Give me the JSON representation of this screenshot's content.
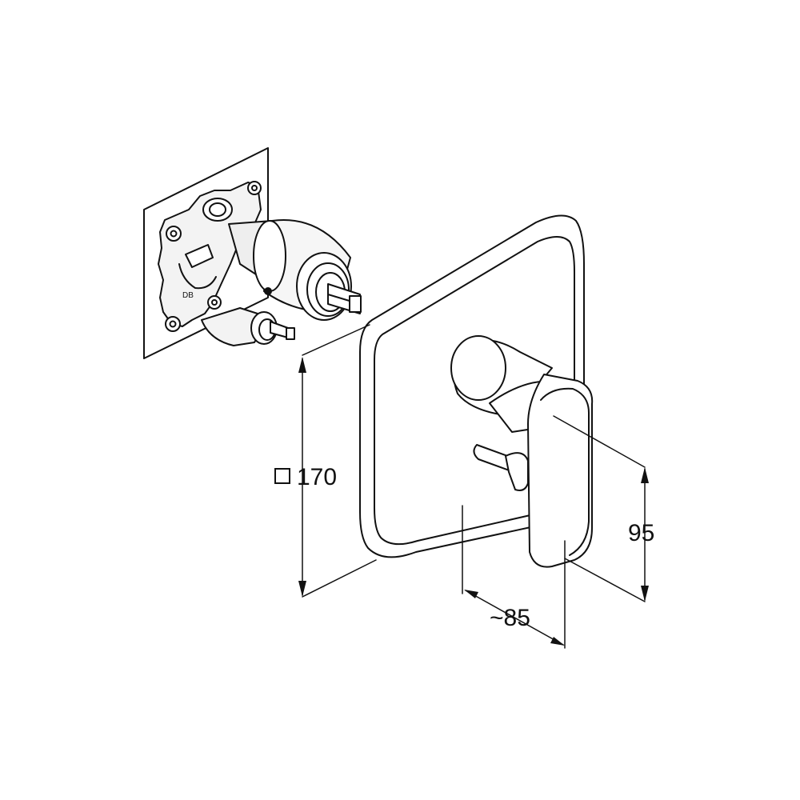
{
  "dimensions": {
    "square_label": "170",
    "depth_label": "~85",
    "height_label": "95"
  },
  "icons": {
    "square_symbol": "square-symbol-icon"
  }
}
